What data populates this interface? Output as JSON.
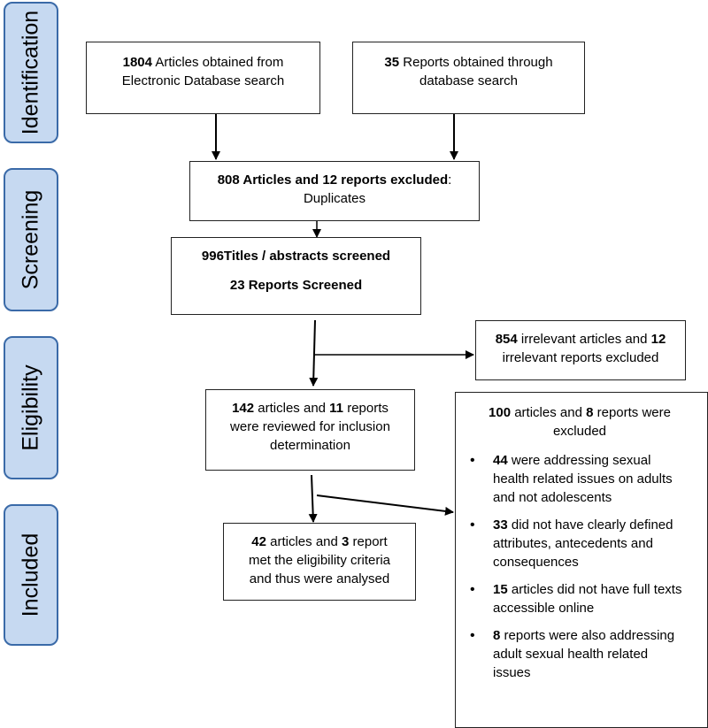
{
  "phases": {
    "identification": "Identification",
    "screening": "Screening",
    "eligibility": "Eligibility",
    "included": "Included"
  },
  "identification": {
    "articles": {
      "count": "1804",
      "text_line1": " Articles obtained from",
      "text_line2": "Electronic Database search"
    },
    "reports": {
      "count": "35",
      "text_line1": " Reports obtained through",
      "text_line2": "database search"
    }
  },
  "duplicates": {
    "bold": "808 Articles and 12 reports excluded",
    "rest": ":",
    "line2": "Duplicates"
  },
  "screened": {
    "line1": "996Titles / abstracts screened",
    "line2": "23 Reports Screened"
  },
  "irrelevant": {
    "count1": "854",
    "text1": " irrelevant articles and ",
    "count2": "12",
    "line2": "irrelevant reports excluded"
  },
  "reviewed": {
    "count1": "142",
    "text1": " articles and ",
    "count2": "11",
    "text2": " reports",
    "line2": "were reviewed for inclusion",
    "line3": "determination"
  },
  "included_box": {
    "count1": "42",
    "text1": " articles and ",
    "count2": "3",
    "text2": " report",
    "line2": "met the eligibility criteria",
    "line3": "and thus were analysed"
  },
  "excluded": {
    "count1": "100",
    "text1": " articles and ",
    "count2": "8",
    "text2": " reports were",
    "line2": "excluded",
    "bullet": "•",
    "reasons": [
      {
        "count": "44",
        "line1": " were addressing sexual",
        "line2": "health related issues on adults",
        "line3": "and not adolescents"
      },
      {
        "count": "33",
        "line1": " did not have clearly defined",
        "line2": "attributes, antecedents and",
        "line3": "consequences"
      },
      {
        "count": "15",
        "line1": " articles did not have full texts",
        "line2": "accessible online",
        "line3": ""
      },
      {
        "count": "8",
        "line1": " reports were also addressing",
        "line2": "adult sexual health related",
        "line3": "issues"
      }
    ]
  }
}
